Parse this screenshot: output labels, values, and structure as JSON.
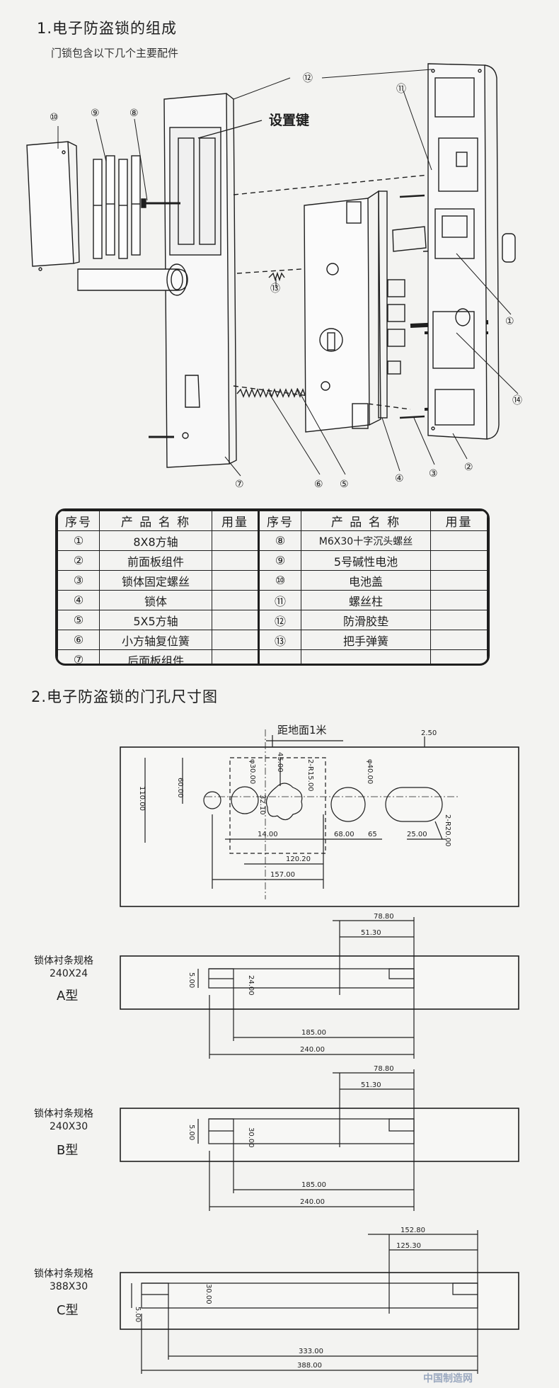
{
  "section1": {
    "title": "1.电子防盗锁的组成",
    "subtitle": "门锁包含以下几个主要配件",
    "setting_key_label": "设置键",
    "callouts": [
      "①",
      "②",
      "③",
      "④",
      "⑤",
      "⑥",
      "⑦",
      "⑧",
      "⑨",
      "⑩",
      "⑪",
      "⑫",
      "⑬",
      "⑭"
    ]
  },
  "parts_table": {
    "headers": [
      "序号",
      "产 品 名 称",
      "用量",
      "序号",
      "产 品 名 称",
      "用量"
    ],
    "rows": [
      [
        "①",
        "8X8方轴",
        "",
        "⑧",
        "M6X30十字沉头螺丝",
        ""
      ],
      [
        "②",
        "前面板组件",
        "",
        "⑨",
        "5号碱性电池",
        ""
      ],
      [
        "③",
        "锁体固定螺丝",
        "",
        "⑩",
        "电池盖",
        ""
      ],
      [
        "④",
        "锁体",
        "",
        "⑪",
        "螺丝柱",
        ""
      ],
      [
        "⑤",
        "5X5方轴",
        "",
        "⑫",
        "防滑胶垫",
        ""
      ],
      [
        "⑥",
        "小方轴复位簧",
        "",
        "⑬",
        "把手弹簧",
        ""
      ],
      [
        "⑦",
        "后面板组件",
        "",
        "",
        "",
        ""
      ]
    ]
  },
  "section2": {
    "title": "2.电子防盗锁的门孔尺寸图",
    "distance_label": "距地面1米",
    "dims": {
      "d250": "2.50",
      "d6000": "60.00",
      "d11000": "110.00",
      "phi30": "φ30.00",
      "d4500": "45.00",
      "r15": "2-R15.00",
      "d3210": "32.10",
      "phi40": "φ40.00",
      "r20": "2-R20.00",
      "d1400": "14.00",
      "d6800": "68.00",
      "d65": "65",
      "d2500": "25.00",
      "d12020": "120.20",
      "d15700": "157.00"
    }
  },
  "strips": [
    {
      "spec_line1": "锁体衬条规格",
      "spec_line2": "240X24",
      "type": "A型",
      "d_top": "78.80",
      "d_mid": "51.30",
      "d_height": "24.00",
      "d_small": "5.00",
      "d_inner": "185.00",
      "d_total": "240.00"
    },
    {
      "spec_line1": "锁体衬条规格",
      "spec_line2": "240X30",
      "type": "B型",
      "d_top": "78.80",
      "d_mid": "51.30",
      "d_height": "30.00",
      "d_small": "5.00",
      "d_inner": "185.00",
      "d_total": "240.00"
    },
    {
      "spec_line1": "锁体衬条规格",
      "spec_line2": "388X30",
      "type": "C型",
      "d_top": "152.80",
      "d_mid": "125.30",
      "d_height": "30.00",
      "d_small": "5.00",
      "d_inner": "333.00",
      "d_total": "388.00"
    }
  ],
  "watermark": "中国制造网"
}
